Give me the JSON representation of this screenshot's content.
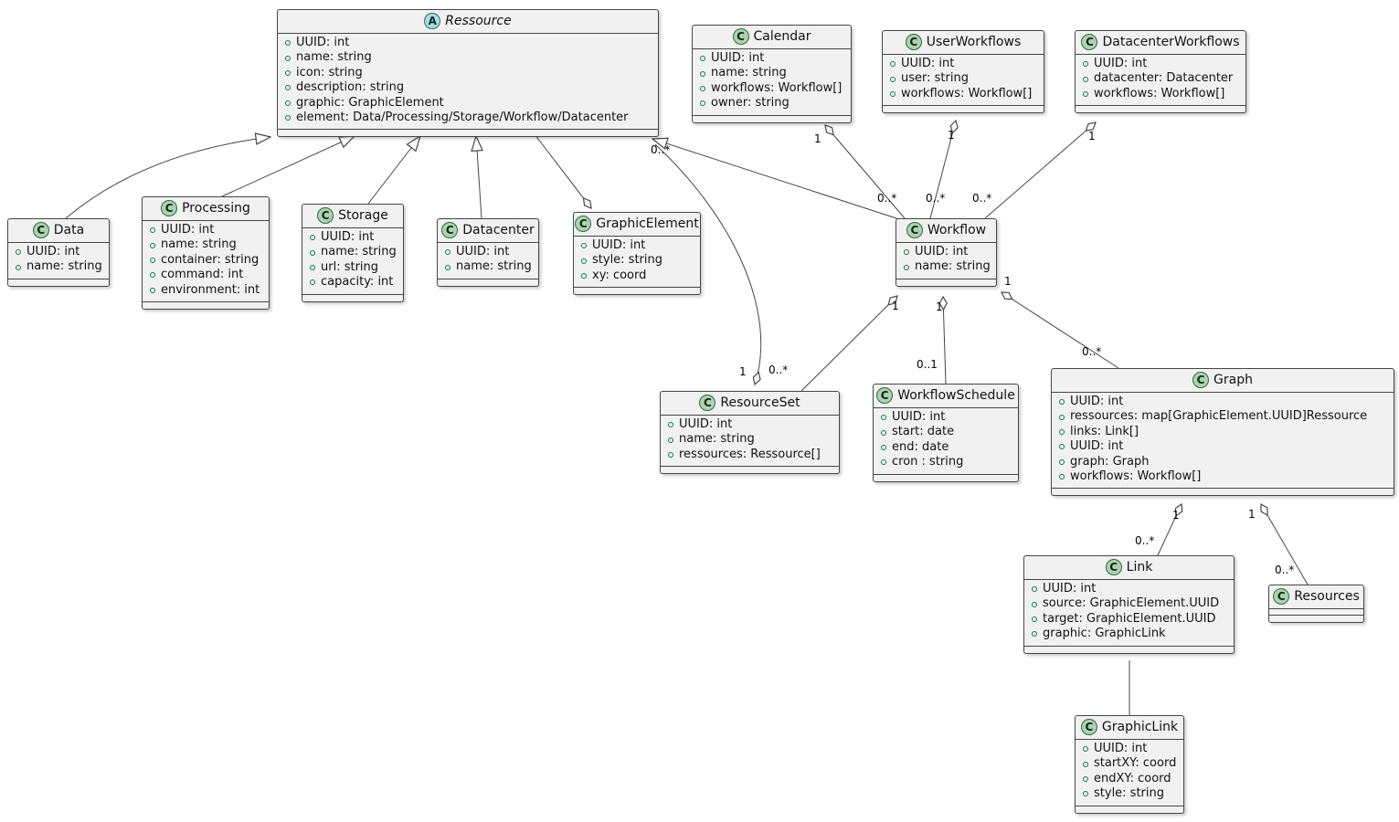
{
  "diagram": {
    "type": "uml-class-diagram",
    "colors": {
      "box_fill": "#F1F1F1",
      "box_border": "#454645",
      "line": "#454645",
      "class_icon_fill": "#ADD1B2",
      "abstract_icon_fill": "#A9DCDF",
      "field_bullet": "#038048"
    }
  },
  "icons": {
    "class": "C",
    "abstract": "A"
  },
  "classes": {
    "ressource": {
      "stereotype": "abstract",
      "name": "Ressource",
      "attributes": [
        "UUID: int",
        "name: string",
        "icon: string",
        "description: string",
        "graphic: GraphicElement",
        "element: Data/Processing/Storage/Workflow/Datacenter"
      ]
    },
    "calendar": {
      "stereotype": "class",
      "name": "Calendar",
      "attributes": [
        "UUID: int",
        "name: string",
        "workflows: Workflow[]",
        "owner: string"
      ]
    },
    "userworkflows": {
      "stereotype": "class",
      "name": "UserWorkflows",
      "attributes": [
        "UUID: int",
        "user: string",
        "workflows: Workflow[]"
      ]
    },
    "datacenterworkflows": {
      "stereotype": "class",
      "name": "DatacenterWorkflows",
      "attributes": [
        "UUID: int",
        "datacenter: Datacenter",
        "workflows: Workflow[]"
      ]
    },
    "data": {
      "stereotype": "class",
      "name": "Data",
      "attributes": [
        "UUID: int",
        "name: string"
      ]
    },
    "processing": {
      "stereotype": "class",
      "name": "Processing",
      "attributes": [
        "UUID: int",
        "name: string",
        "container: string",
        "command: int",
        "environment: int"
      ]
    },
    "storage": {
      "stereotype": "class",
      "name": "Storage",
      "attributes": [
        "UUID: int",
        "name: string",
        "url: string",
        "capacity: int"
      ]
    },
    "datacenter": {
      "stereotype": "class",
      "name": "Datacenter",
      "attributes": [
        "UUID: int",
        "name: string"
      ]
    },
    "graphicelement": {
      "stereotype": "class",
      "name": "GraphicElement",
      "attributes": [
        "UUID: int",
        "style: string",
        "xy: coord"
      ]
    },
    "workflow": {
      "stereotype": "class",
      "name": "Workflow",
      "attributes": [
        "UUID: int",
        "name: string"
      ]
    },
    "resourceset": {
      "stereotype": "class",
      "name": "ResourceSet",
      "attributes": [
        "UUID: int",
        "name: string",
        "ressources: Ressource[]"
      ]
    },
    "workflowschedule": {
      "stereotype": "class",
      "name": "WorkflowSchedule",
      "attributes": [
        "UUID: int",
        "start: date",
        "end: date",
        "cron : string"
      ]
    },
    "graph": {
      "stereotype": "class",
      "name": "Graph",
      "attributes": [
        "UUID: int",
        "ressources: map[GraphicElement.UUID]Ressource",
        "links: Link[]",
        "UUID: int",
        "graph: Graph",
        "workflows: Workflow[]"
      ]
    },
    "link": {
      "stereotype": "class",
      "name": "Link",
      "attributes": [
        "UUID: int",
        "source: GraphicElement.UUID",
        "target: GraphicElement.UUID",
        "graphic: GraphicLink"
      ]
    },
    "resources": {
      "stereotype": "class",
      "name": "Resources",
      "attributes": []
    },
    "graphiclink": {
      "stereotype": "class",
      "name": "GraphicLink",
      "attributes": [
        "UUID: int",
        "startXY: coord",
        "endXY: coord",
        "style: string"
      ]
    }
  },
  "relationships": [
    {
      "id": "data-extends-ressource",
      "type": "generalization",
      "from": "Data",
      "to": "Ressource"
    },
    {
      "id": "processing-extends-ressource",
      "type": "generalization",
      "from": "Processing",
      "to": "Ressource"
    },
    {
      "id": "storage-extends-ressource",
      "type": "generalization",
      "from": "Storage",
      "to": "Ressource"
    },
    {
      "id": "datacenter-extends-ressource",
      "type": "generalization",
      "from": "Datacenter",
      "to": "Ressource"
    },
    {
      "id": "workflow-extends-ressource",
      "type": "generalization",
      "from": "Workflow",
      "to": "Ressource"
    },
    {
      "id": "ressource-graphicelement",
      "type": "aggregation",
      "from": "Ressource",
      "to": "GraphicElement"
    },
    {
      "id": "calendar-workflow",
      "type": "aggregation",
      "from": "Calendar",
      "to": "Workflow",
      "source_label": "1",
      "target_label": "0..*"
    },
    {
      "id": "userworkflows-workflow",
      "type": "aggregation",
      "from": "UserWorkflows",
      "to": "Workflow",
      "source_label": "1",
      "target_label": "0..*"
    },
    {
      "id": "datacenterworkflows-workflow",
      "type": "aggregation",
      "from": "DatacenterWorkflows",
      "to": "Workflow",
      "source_label": "1",
      "target_label": "0..*"
    },
    {
      "id": "workflow-resourceset",
      "type": "aggregation",
      "from": "Workflow",
      "to": "ResourceSet",
      "source_label": "1",
      "target_label": "0..*"
    },
    {
      "id": "resourceset-ressource",
      "type": "aggregation",
      "from": "ResourceSet",
      "to": "Ressource",
      "source_label": "1",
      "target_label": "0..*"
    },
    {
      "id": "workflow-workflowschedule",
      "type": "aggregation",
      "from": "Workflow",
      "to": "WorkflowSchedule",
      "source_label": "1",
      "target_label": "0..1"
    },
    {
      "id": "workflow-graph",
      "type": "aggregation",
      "from": "Workflow",
      "to": "Graph",
      "source_label": "1",
      "target_label": "0..*"
    },
    {
      "id": "graph-link",
      "type": "aggregation",
      "from": "Graph",
      "to": "Link",
      "source_label": "1",
      "target_label": "0..*"
    },
    {
      "id": "graph-resources",
      "type": "aggregation",
      "from": "Graph",
      "to": "Resources",
      "source_label": "1",
      "target_label": "0..*"
    },
    {
      "id": "link-graphiclink",
      "type": "association",
      "from": "Link",
      "to": "GraphicLink"
    }
  ]
}
